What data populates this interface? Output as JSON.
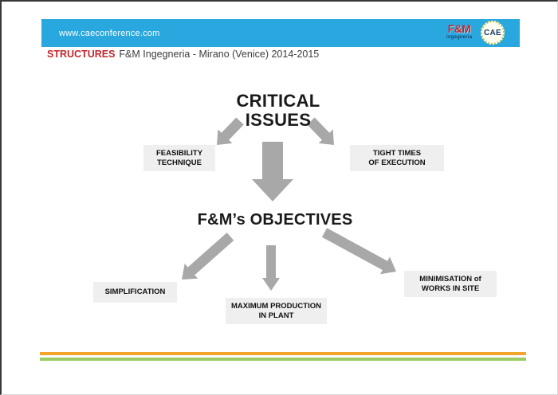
{
  "colors": {
    "bar-blue": "#29A8DF",
    "brand-red": "#C1272D",
    "arrow-gray": "#A8A8A8",
    "box-bg": "#EFEFEF",
    "line-orange": "#F2A42B",
    "line-green": "#9CCB63",
    "text-dark": "#1A1A1A",
    "navy": "#1B3A6B"
  },
  "header": {
    "url": "www.caeconference.com",
    "fm_logo": {
      "name": "F&M",
      "sub": "Ingegneria"
    },
    "cae_logo": {
      "name": "CAE"
    }
  },
  "title": {
    "keyword": "STRUCTURES",
    "text": "F&M Ingegneria - Mirano (Venice) 2014-2015"
  },
  "diagram": {
    "critical": "CRITICAL\nISSUES",
    "objectives": "F&M’s OBJECTIVES",
    "boxes": [
      {
        "id": "feasibility",
        "label": "FEASIBILITY\nTECHNIQUE"
      },
      {
        "id": "tight-times",
        "label": "TIGHT TIMES\nOF EXECUTION"
      },
      {
        "id": "simplification",
        "label": "SIMPLIFICATION"
      },
      {
        "id": "max-production",
        "label": "MAXIMUM PRODUCTION\nIN PLANT"
      },
      {
        "id": "minimisation",
        "label": "MINIMISATION of\nWORKS IN SITE"
      }
    ]
  }
}
